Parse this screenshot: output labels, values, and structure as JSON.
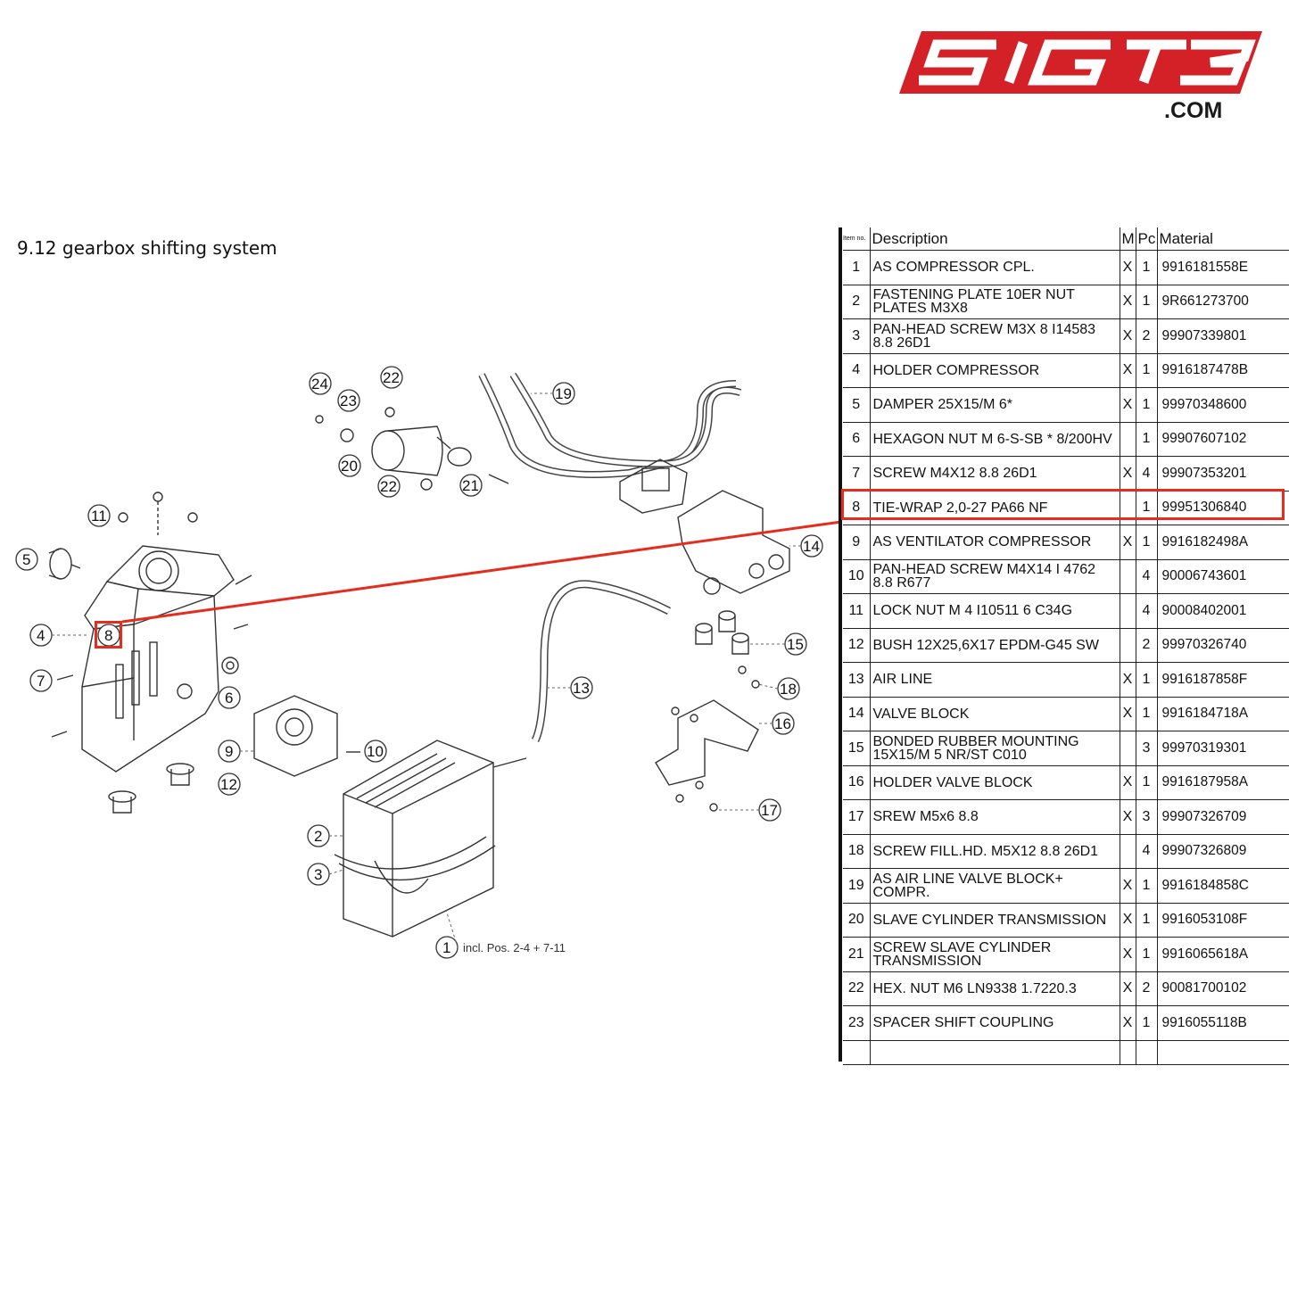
{
  "brand": {
    "logo_text": "SIGT3",
    "domain": ".COM",
    "color": "#d42027"
  },
  "section_title": "9.12  gearbox shifting system",
  "diagram": {
    "callouts": [
      "1",
      "2",
      "3",
      "4",
      "5",
      "6",
      "7",
      "8",
      "9",
      "10",
      "11",
      "12",
      "13",
      "14",
      "15",
      "16",
      "17",
      "18",
      "19",
      "20",
      "21",
      "22",
      "22",
      "23",
      "24"
    ],
    "note": "incl. Pos. 2-4 + 7-11"
  },
  "table": {
    "headers": {
      "item": "Item no.",
      "description": "Description",
      "m": "M",
      "pc": "Pc.",
      "material": "Material"
    },
    "rows": [
      {
        "item": "1",
        "description": "AS COMPRESSOR CPL.",
        "m": "X",
        "pc": "1",
        "material": "9916181558E"
      },
      {
        "item": "2",
        "description": "FASTENING PLATE 10ER NUT PLATES M3X8",
        "m": "X",
        "pc": "1",
        "material": "9R661273700"
      },
      {
        "item": "3",
        "description": "PAN-HEAD SCREW M3X 8 I14583 8.8 26D1",
        "m": "X",
        "pc": "2",
        "material": "99907339801"
      },
      {
        "item": "4",
        "description": "HOLDER COMPRESSOR",
        "m": "X",
        "pc": "1",
        "material": "9916187478B"
      },
      {
        "item": "5",
        "description": "DAMPER 25X15/M 6*",
        "m": "X",
        "pc": "1",
        "material": "99970348600"
      },
      {
        "item": "6",
        "description": "HEXAGON NUT M 6-S-SB * 8/200HV",
        "m": "",
        "pc": "1",
        "material": "99907607102"
      },
      {
        "item": "7",
        "description": "SCREW M4X12 8.8 26D1",
        "m": "X",
        "pc": "4",
        "material": "99907353201"
      },
      {
        "item": "8",
        "description": "TIE-WRAP 2,0-27 PA66 NF",
        "m": "",
        "pc": "1",
        "material": "99951306840"
      },
      {
        "item": "9",
        "description": "AS VENTILATOR COMPRESSOR",
        "m": "X",
        "pc": "1",
        "material": "9916182498A"
      },
      {
        "item": "10",
        "description": "PAN-HEAD SCREW M4X14 I 4762 8.8 R677",
        "m": "",
        "pc": "4",
        "material": "90006743601"
      },
      {
        "item": "11",
        "description": "LOCK NUT M 4 I10511 6 C34G",
        "m": "",
        "pc": "4",
        "material": "90008402001"
      },
      {
        "item": "12",
        "description": "BUSH 12X25,6X17 EPDM-G45 SW",
        "m": "",
        "pc": "2",
        "material": "99970326740"
      },
      {
        "item": "13",
        "description": "AIR LINE",
        "m": "X",
        "pc": "1",
        "material": "9916187858F"
      },
      {
        "item": "14",
        "description": "VALVE BLOCK",
        "m": "X",
        "pc": "1",
        "material": "9916184718A"
      },
      {
        "item": "15",
        "description": "BONDED RUBBER MOUNTING 15X15/M 5 NR/ST C010",
        "m": "",
        "pc": "3",
        "material": "99970319301"
      },
      {
        "item": "16",
        "description": "HOLDER VALVE BLOCK",
        "m": "X",
        "pc": "1",
        "material": "9916187958A"
      },
      {
        "item": "17",
        "description": "SREW M5x6 8.8",
        "m": "X",
        "pc": "3",
        "material": "99907326709"
      },
      {
        "item": "18",
        "description": "SCREW FILL.HD. M5X12 8.8 26D1",
        "m": "",
        "pc": "4",
        "material": "99907326809"
      },
      {
        "item": "19",
        "description": "AS AIR LINE VALVE BLOCK+ COMPR.",
        "m": "X",
        "pc": "1",
        "material": "9916184858C"
      },
      {
        "item": "20",
        "description": "SLAVE CYLINDER TRANSMISSION",
        "m": "X",
        "pc": "1",
        "material": "9916053108F"
      },
      {
        "item": "21",
        "description": "SCREW SLAVE CYLINDER TRANSMISSION",
        "m": "X",
        "pc": "1",
        "material": "9916065618A"
      },
      {
        "item": "22",
        "description": "HEX. NUT M6 LN9338 1.7220.3",
        "m": "X",
        "pc": "2",
        "material": "90081700102"
      },
      {
        "item": "23",
        "description": "SPACER SHIFT COUPLING",
        "m": "X",
        "pc": "1",
        "material": "9916055118B"
      }
    ],
    "highlighted_item": "8",
    "highlight_color": "#e52d1f"
  }
}
